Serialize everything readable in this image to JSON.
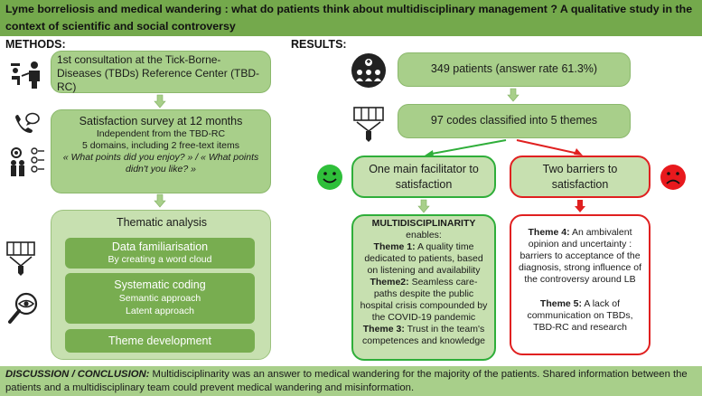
{
  "title": "Lyme borreliosis and medical wandering : what do patients think about multidisciplinary management ? A qualitative study in the context of scientific and social controversy",
  "methods_header": "METHODS:",
  "results_header": "RESULTS:",
  "methods": {
    "consultation": "1st consultation at the Tick-Borne-Diseases (TBDs) Reference Center (TBD-RC)",
    "survey_title": "Satisfaction survey at 12 months",
    "survey_line1": "Independent from the TBD-RC",
    "survey_line2": "5 domains, including 2 free-text items",
    "survey_line3": "« What points did you enjoy? » / « What points didn't you like? »",
    "thematic_title": "Thematic analysis",
    "familiarisation_title": "Data familiarisation",
    "familiarisation_sub": "By creating a word cloud",
    "coding_title": "Systematic coding",
    "coding_sub1": "Semantic approach",
    "coding_sub2": "Latent approach",
    "theme_dev": "Theme development"
  },
  "results": {
    "patients": "349 patients (answer rate 61.3%)",
    "codes": "97 codes classified into 5 themes",
    "facilitator_title": "One main facilitator to satisfaction",
    "barriers_title": "Two barriers to satisfaction",
    "multi_heading": "MULTIDISCIPLINARITY",
    "multi_enables": "enables:",
    "theme1_label": "Theme 1:",
    "theme1_text": " A quality time dedicated to patients, based on listening and availability",
    "theme2_label": "Theme2:",
    "theme2_text": " Seamless care-paths despite the public hospital crisis compounded by the COVID-19 pandemic",
    "theme3_label": "Theme 3:",
    "theme3_text": " Trust in the team's competences and knowledge",
    "theme4_label": "Theme 4:",
    "theme4_text": " An ambivalent opinion and uncertainty : barriers to acceptance of the diagnosis, strong influence of the controversy around LB",
    "theme5_label": "Theme 5:",
    "theme5_text": " A lack of communication on TBDs, TBD-RC and research"
  },
  "conclusion_label": "DISCUSSION / CONCLUSION:",
  "conclusion_text": " Multidisciplinarity was an answer to medical wandering for the majority of the patients. Shared information between the patients and a multidisciplinary team could prevent medical wandering and misinformation.",
  "colors": {
    "title_bar": "#74a94c",
    "box": "#a8cf8a",
    "inner_box": "#78ad50",
    "facilitator_border": "#2fae3a",
    "barrier_border": "#e02020"
  },
  "icons": [
    "consultation-icon",
    "phone-chat-icon",
    "survey-people-icon",
    "coding-funnel-icon",
    "magnifier-eye-icon",
    "patients-group-icon",
    "smiley-happy-icon",
    "smiley-sad-icon"
  ]
}
